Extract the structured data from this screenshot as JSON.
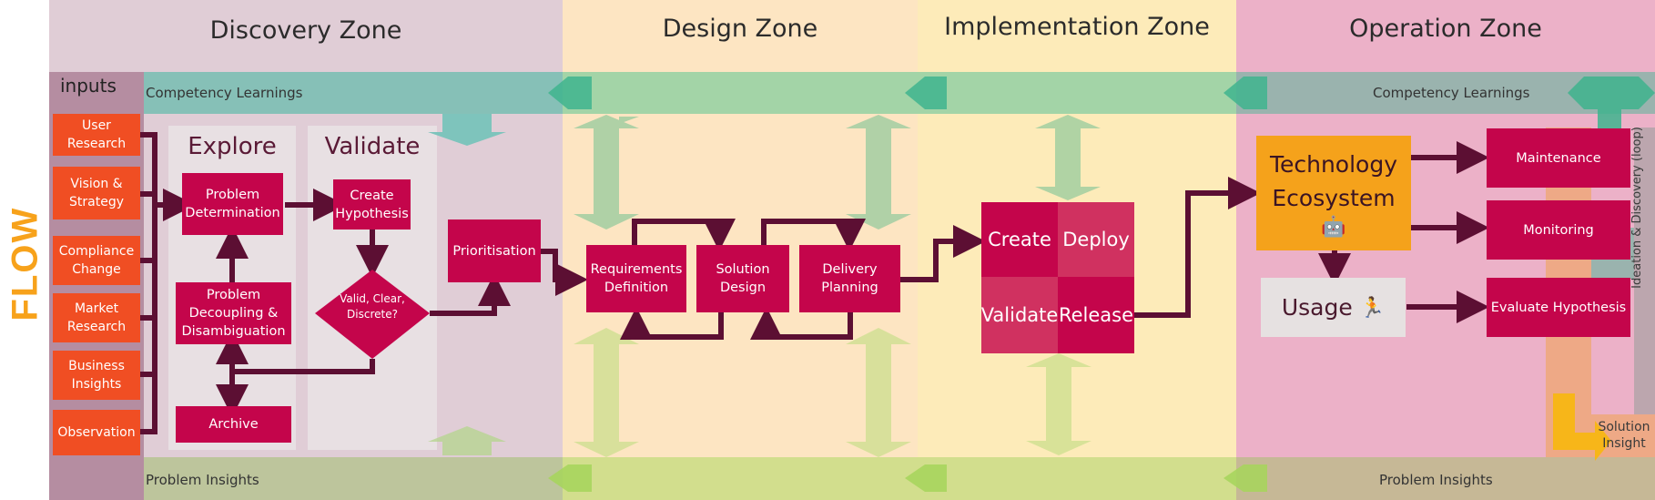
{
  "zones": [
    {
      "title": "Discovery Zone"
    },
    {
      "title": "Design Zone"
    },
    {
      "title": "Implementation Zone"
    },
    {
      "title": "Operation Zone"
    }
  ],
  "side_label": "FLOW",
  "inputs_label": "inputs",
  "inputs": [
    "User Research",
    "Vision & Strategy",
    "Compliance Change",
    "Market Research",
    "Business Insights",
    "Observation"
  ],
  "bands": {
    "top_left": "Competency Learnings",
    "top_right": "Competency Learnings",
    "bottom_left": "Problem Insights",
    "bottom_right": "Problem Insights"
  },
  "discovery": {
    "explore_title": "Explore",
    "validate_title": "Validate",
    "problem_determination": "Problem Determination",
    "problem_decoupling": "Problem Decoupling & Disambiguation",
    "archive": "Archive",
    "create_hypothesis": "Create Hypothesis",
    "decision": "Valid, Clear, Discrete?",
    "prioritisation": "Prioritisation"
  },
  "design": {
    "requirements": "Requirements Definition",
    "solution_design": "Solution Design",
    "delivery_planning": "Delivery Planning"
  },
  "implementation": {
    "create": "Create",
    "deploy": "Deploy",
    "validate": "Validate",
    "release": "Release"
  },
  "operation": {
    "technology_ecosystem": "Technology Ecosystem",
    "robot_emoji": "🤖",
    "usage": "Usage",
    "usage_emoji": "🏃",
    "maintenance": "Maintenance",
    "monitoring": "Monitoring",
    "evaluate": "Evaluate Hypothesis",
    "loop_label": "Ideation & Discovery (loop)",
    "solution_insight": "Solution Insight"
  },
  "colors": {
    "discovery_bg": "#e0cdd6",
    "design_bg": "#fde5c2",
    "implementation_bg": "#fdebb9",
    "operation_bg": "#ecb1c8",
    "box_red": "#c4054b",
    "input_orange": "#f04e23",
    "arrow": "#5c0f33",
    "flow_orange": "#f7a21b"
  }
}
